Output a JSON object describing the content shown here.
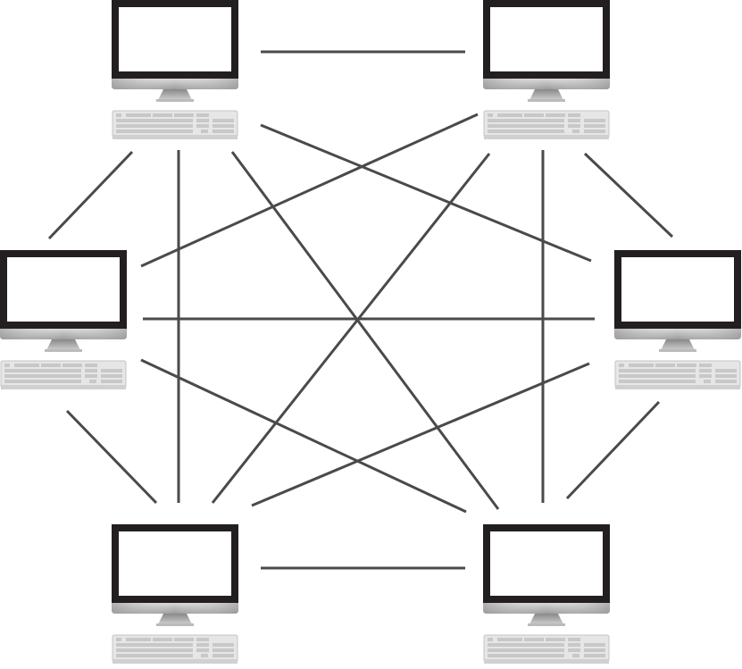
{
  "diagram": {
    "type": "full-mesh-network",
    "line_color": "#4a4a4a",
    "nodes": [
      {
        "id": "computer-top-left"
      },
      {
        "id": "computer-top-right"
      },
      {
        "id": "computer-middle-left"
      },
      {
        "id": "computer-middle-right"
      },
      {
        "id": "computer-bottom-left"
      },
      {
        "id": "computer-bottom-right"
      }
    ],
    "links": [
      [
        "computer-top-left",
        "computer-top-right"
      ],
      [
        "computer-top-left",
        "computer-middle-left"
      ],
      [
        "computer-top-left",
        "computer-bottom-left"
      ],
      [
        "computer-top-left",
        "computer-bottom-right"
      ],
      [
        "computer-top-left",
        "computer-middle-right"
      ],
      [
        "computer-top-right",
        "computer-middle-left"
      ],
      [
        "computer-top-right",
        "computer-bottom-left"
      ],
      [
        "computer-top-right",
        "computer-bottom-right"
      ],
      [
        "computer-top-right",
        "computer-middle-right"
      ],
      [
        "computer-middle-left",
        "computer-middle-right"
      ],
      [
        "computer-middle-left",
        "computer-bottom-right"
      ],
      [
        "computer-middle-left",
        "computer-bottom-left"
      ],
      [
        "computer-middle-right",
        "computer-bottom-left"
      ],
      [
        "computer-middle-right",
        "computer-bottom-right"
      ],
      [
        "computer-bottom-left",
        "computer-bottom-right"
      ]
    ]
  }
}
